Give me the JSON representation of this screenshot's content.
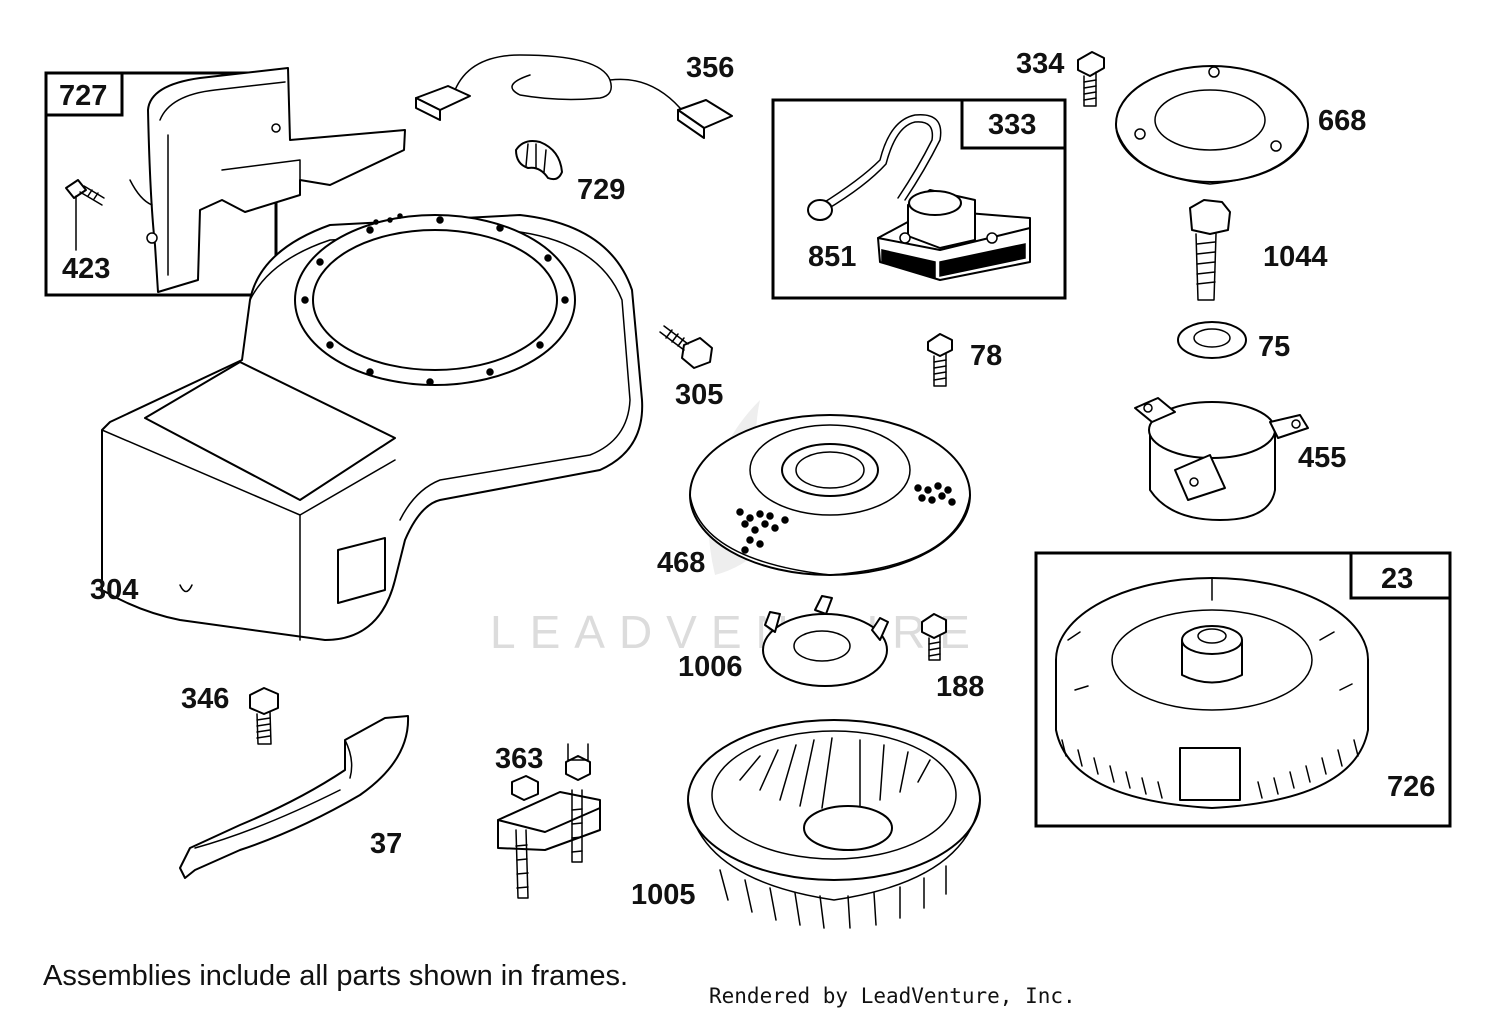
{
  "watermark": "LEADVENTURE",
  "footer_note": "Assemblies include all parts shown in frames.",
  "credit": "Rendered by LeadVenture, Inc.",
  "frames": {
    "f727": "727",
    "f333": "333",
    "f23": "23"
  },
  "labels": {
    "p423": "423",
    "p356": "356",
    "p729": "729",
    "p334": "334",
    "p668": "668",
    "p851": "851",
    "p1044": "1044",
    "p305": "305",
    "p78": "78",
    "p75": "75",
    "p455": "455",
    "p304": "304",
    "p468": "468",
    "p1006": "1006",
    "p188": "188",
    "p346": "346",
    "p363": "363",
    "p37": "37",
    "p1005": "1005",
    "p726": "726"
  }
}
